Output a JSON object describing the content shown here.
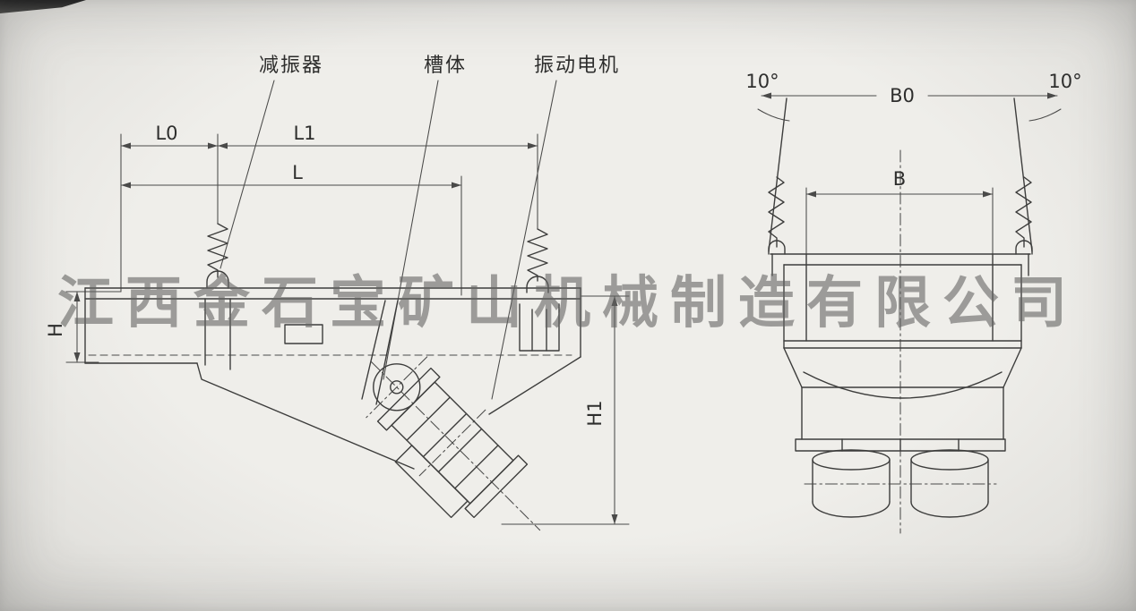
{
  "watermark": "江西金石宝矿山机械制造有限公司",
  "side_view": {
    "labels": {
      "damper": "减振器",
      "trough": "槽体",
      "motor": "振动电机"
    },
    "dimensions": {
      "l0": "L0",
      "l1": "L1",
      "l": "L",
      "h": "H",
      "h1": "H1"
    }
  },
  "end_view": {
    "dimensions": {
      "b0": "B0",
      "b": "B",
      "angle_left": "10°",
      "angle_right": "10°"
    }
  },
  "colors": {
    "paper": "#efeeea",
    "line": "#3d3d3c",
    "dimension": "#4a4a49",
    "watermark_gray": "#646462"
  }
}
